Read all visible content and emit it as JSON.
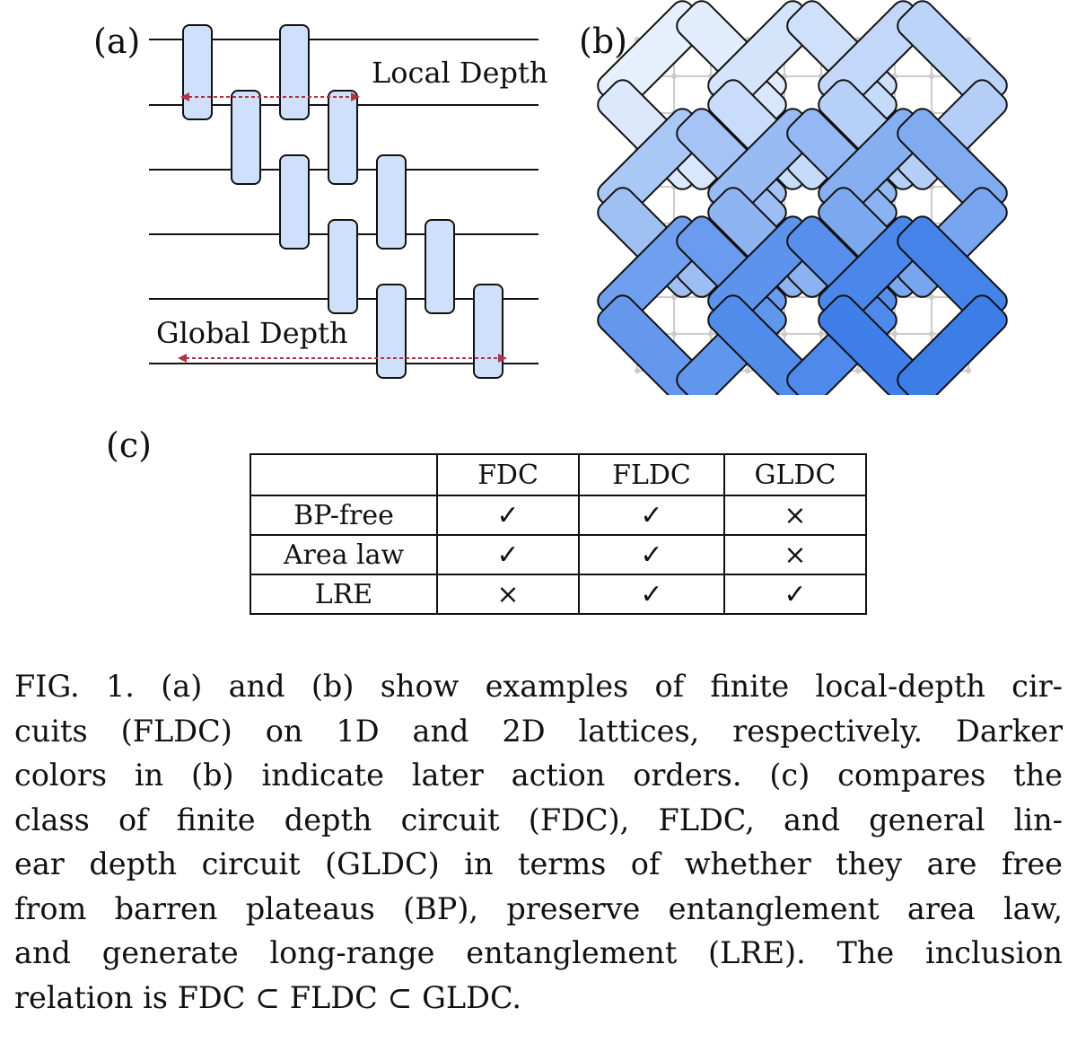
{
  "panels": {
    "a_label": "(a)",
    "b_label": "(b)",
    "c_label": "(c)"
  },
  "panel_a": {
    "local_depth_label": "Local Depth",
    "global_depth_label": "Global Depth",
    "wire_count": 6,
    "arrow_color": "#b0334a",
    "gate_fill": "#cfe0fb",
    "gate_stroke": "#111111"
  },
  "panel_b": {
    "grid_color": "#cccccc",
    "color_light": "#e6f0fd",
    "color_dark": "#3a7be8"
  },
  "table": {
    "columns": [
      "",
      "FDC",
      "FLDC",
      "GLDC"
    ],
    "rows": [
      {
        "label": "BP-free",
        "values": [
          "✓",
          "✓",
          "×"
        ]
      },
      {
        "label": "Area law",
        "values": [
          "✓",
          "✓",
          "×"
        ]
      },
      {
        "label": "LRE",
        "values": [
          "×",
          "✓",
          "✓"
        ]
      }
    ]
  },
  "caption": {
    "lines": [
      "FIG. 1. (a) and (b) show examples of finite local-depth cir-",
      "cuits (FLDC) on 1D and 2D lattices, respectively. Darker",
      "colors in (b) indicate later action orders. (c) compares the",
      "class of finite depth circuit (FDC), FLDC, and general lin-",
      "ear depth circuit (GLDC) in terms of whether they are free",
      "from barren plateaus (BP), preserve entanglement area law,",
      "and generate long-range entanglement (LRE). The inclusion",
      "relation is FDC ⊂ FLDC ⊂ GLDC."
    ]
  }
}
